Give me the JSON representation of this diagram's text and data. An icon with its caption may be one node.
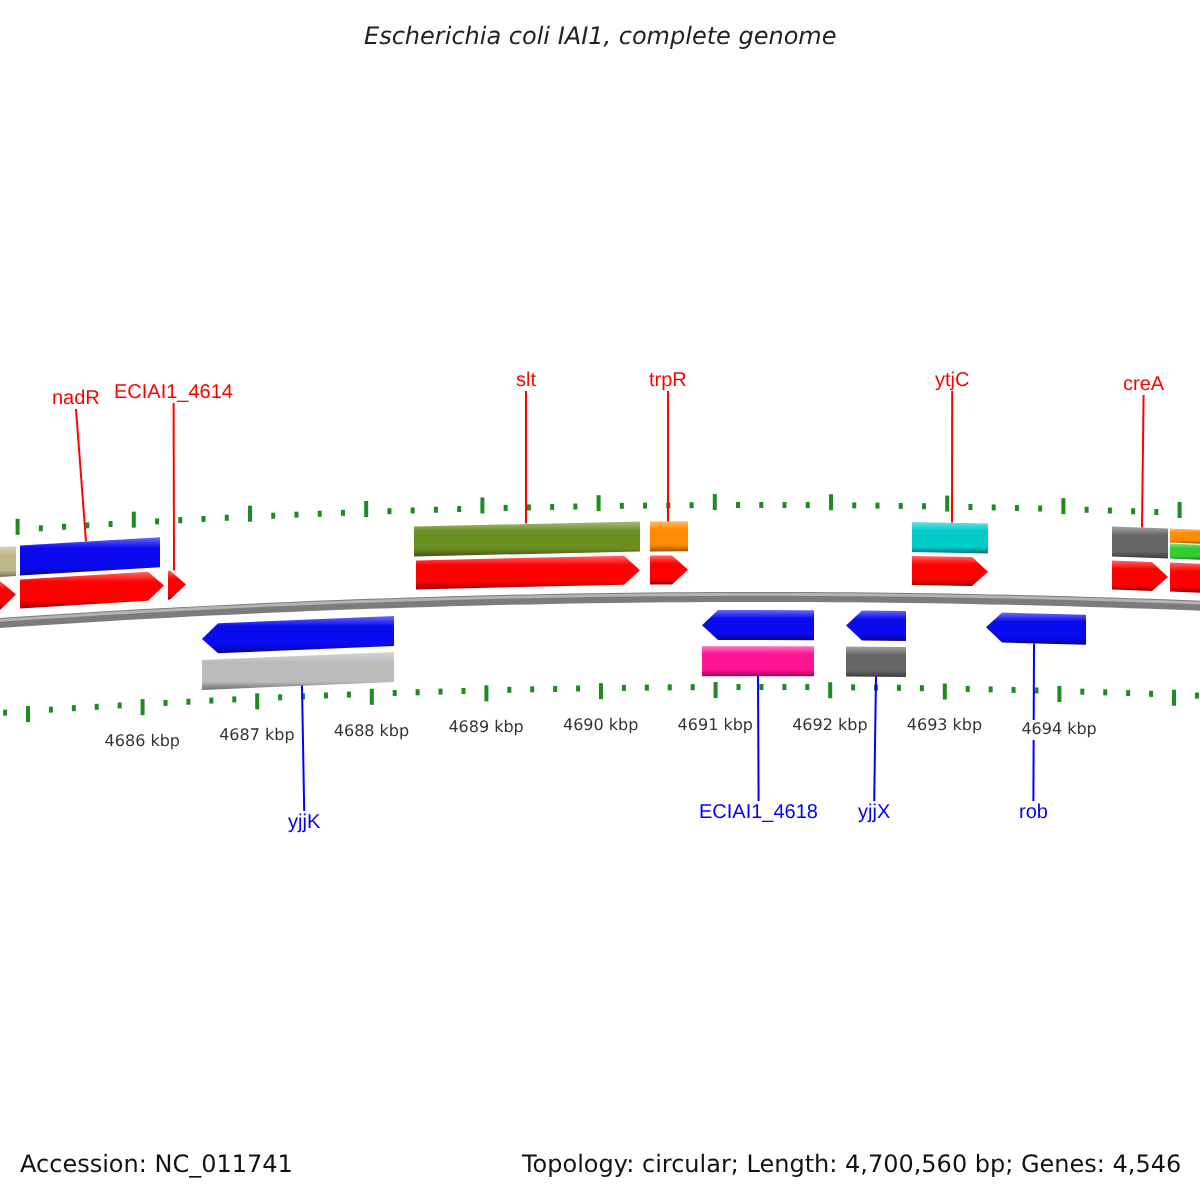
{
  "diagram": {
    "title": "Escherichia coli IAI1, complete genome",
    "nodes": [
      {
        "text": [
          "nadR"
        ]
      },
      {
        "text": [
          "ECIAI1_4614"
        ]
      },
      {
        "text": [
          "slt"
        ]
      },
      {
        "text": [
          "trpR"
        ]
      },
      {
        "text": [
          "ytjC"
        ]
      },
      {
        "text": [
          "creA"
        ]
      },
      {
        "text": [],
        "shape": "bar"
      },
      {
        "text": [],
        "shape": "bar"
      },
      {
        "text": [],
        "shape": "bar"
      },
      {
        "text": [],
        "shape": "bar"
      },
      {
        "text": [],
        "shape": "bar"
      },
      {
        "text": [],
        "shape": "bar"
      },
      {
        "text": [],
        "shape": "bar"
      },
      {
        "text": [],
        "shape": "bar"
      },
      {
        "text": [],
        "shape": "pentagon"
      },
      {
        "text": [],
        "shape": "pentagon"
      },
      {
        "text": [],
        "shape": "pentagon"
      },
      {
        "text": [],
        "shape": "pentagon"
      },
      {
        "text": [],
        "shape": "pentagon"
      },
      {
        "text": [],
        "shape": "pentagon"
      },
      {
        "text": [],
        "shape": "pentagon"
      },
      {
        "text": [],
        "shape": "pentagon"
      },
      {
        "text": [],
        "shape": "pentagon"
      },
      {
        "text": [],
        "shape": "pentagon"
      },
      {
        "text": [],
        "shape": "pentagon"
      },
      {
        "text": [],
        "shape": "pentagon"
      },
      {
        "text": [],
        "shape": "bar"
      },
      {
        "text": [],
        "shape": "bar"
      },
      {
        "text": [],
        "shape": "bar"
      },
      {
        "text": [
          "yjjK"
        ]
      },
      {
        "text": [
          "ECIAI1_4618"
        ]
      },
      {
        "text": [
          "yjjX"
        ]
      },
      {
        "text": [
          "rob"
        ]
      }
    ],
    "edges": [
      {
        "from": 0,
        "to": 7,
        "arrow": "none"
      },
      {
        "from": 1,
        "to": 16,
        "arrow": "none"
      },
      {
        "from": 2,
        "to": 8,
        "arrow": "none"
      },
      {
        "from": 3,
        "to": 9,
        "arrow": "none"
      },
      {
        "from": 4,
        "to": 10,
        "arrow": "none"
      },
      {
        "from": 5,
        "to": 11,
        "arrow": "none"
      },
      {
        "from": 29,
        "to": 26,
        "arrow": "none",
        "color": "#0000ff"
      },
      {
        "from": 30,
        "to": 27,
        "arrow": "none",
        "color": "#0000ff"
      },
      {
        "from": 31,
        "to": 28,
        "arrow": "none",
        "color": "#0000ff"
      },
      {
        "from": 32,
        "to": 25,
        "arrow": "none",
        "color": "#0000ff"
      }
    ],
    "labels": [
      "4686 kbp",
      "4687 kbp",
      "4688 kbp",
      "4689 kbp",
      "4690 kbp",
      "4691 kbp",
      "4692 kbp",
      "4693 kbp",
      "4694 kbp",
      "Accession: NC_011741",
      "Topology: circular; Length: 4,700,560 bp; Genes: 4,546"
    ]
  }
}
